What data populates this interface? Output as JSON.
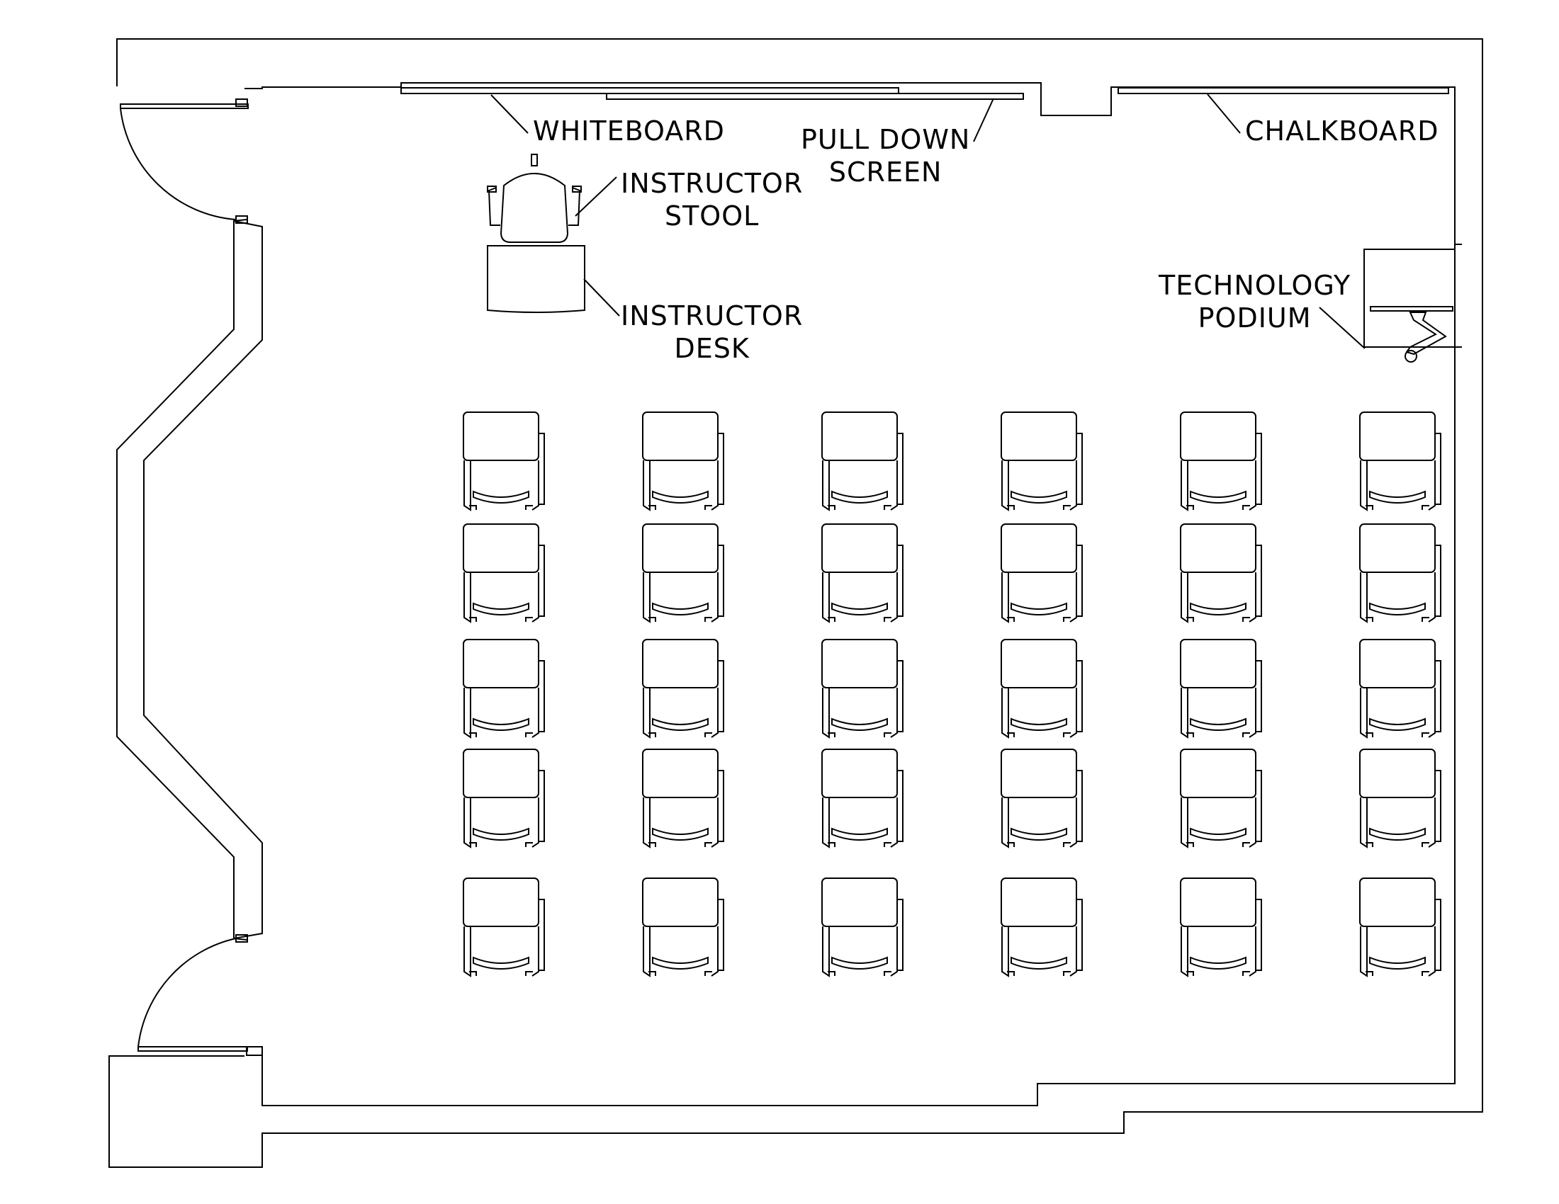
{
  "labels": {
    "whiteboard": "WHITEBOARD",
    "pull_down_screen": [
      "PULL DOWN",
      "SCREEN"
    ],
    "chalkboard": "CHALKBOARD",
    "instructor_stool": [
      "INSTRUCTOR",
      "STOOL"
    ],
    "instructor_desk": [
      "INSTRUCTOR",
      "DESK"
    ],
    "technology_podium": [
      "TECHNOLOGY",
      "PODIUM"
    ]
  },
  "seating": {
    "rows": 5,
    "columns": 6,
    "seat_icon": "student-desk-chair-icon"
  },
  "colors": {
    "line": "#000000",
    "background": "#ffffff"
  }
}
